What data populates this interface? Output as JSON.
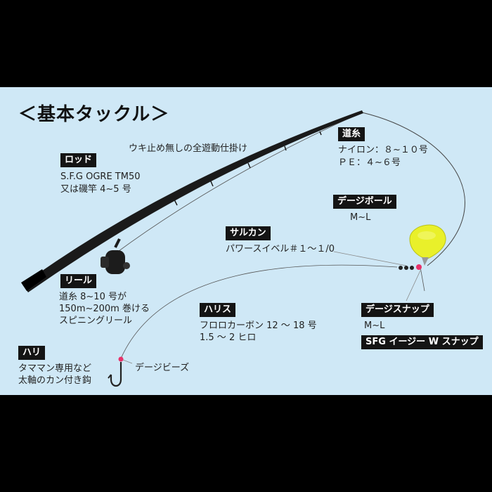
{
  "title": "＜基本タックル＞",
  "caption": "ウキ止め無しの全遊動仕掛け",
  "rod": {
    "tag": "ロッド",
    "line1": "S.F.G OGRE TM50",
    "line2": "又は磯竿 4~5 号"
  },
  "main_line": {
    "tag": "道糸",
    "line1": "ナイロン：８~１０号",
    "line2": "ＰＥ：４~６号"
  },
  "float": {
    "tag": "デージボール",
    "size": "M~L"
  },
  "swivel": {
    "tag": "サルカン",
    "desc": "パワースイベル＃１～１/0"
  },
  "reel": {
    "tag": "リール",
    "line1": "道糸 8~10 号が",
    "line2": "150m~200m 巻ける",
    "line3": "スピニングリール"
  },
  "leader": {
    "tag": "ハリス",
    "line1": "フロロカーボン 12 ～ 18 号",
    "line2": "1.5 ～ 2 ヒロ"
  },
  "snap": {
    "tag": "デージスナップ",
    "size": "M~L",
    "product": "SFG イージー W スナップ"
  },
  "hook": {
    "tag": "ハリ",
    "line1": "タママン専用など",
    "line2": "太軸のカン付き鈎"
  },
  "beads": {
    "label": "デージビーズ"
  },
  "colors": {
    "panel": "#cfe8f6",
    "float": "#e9f02a",
    "bead": "#e8326a",
    "tag_bg": "#141414"
  }
}
